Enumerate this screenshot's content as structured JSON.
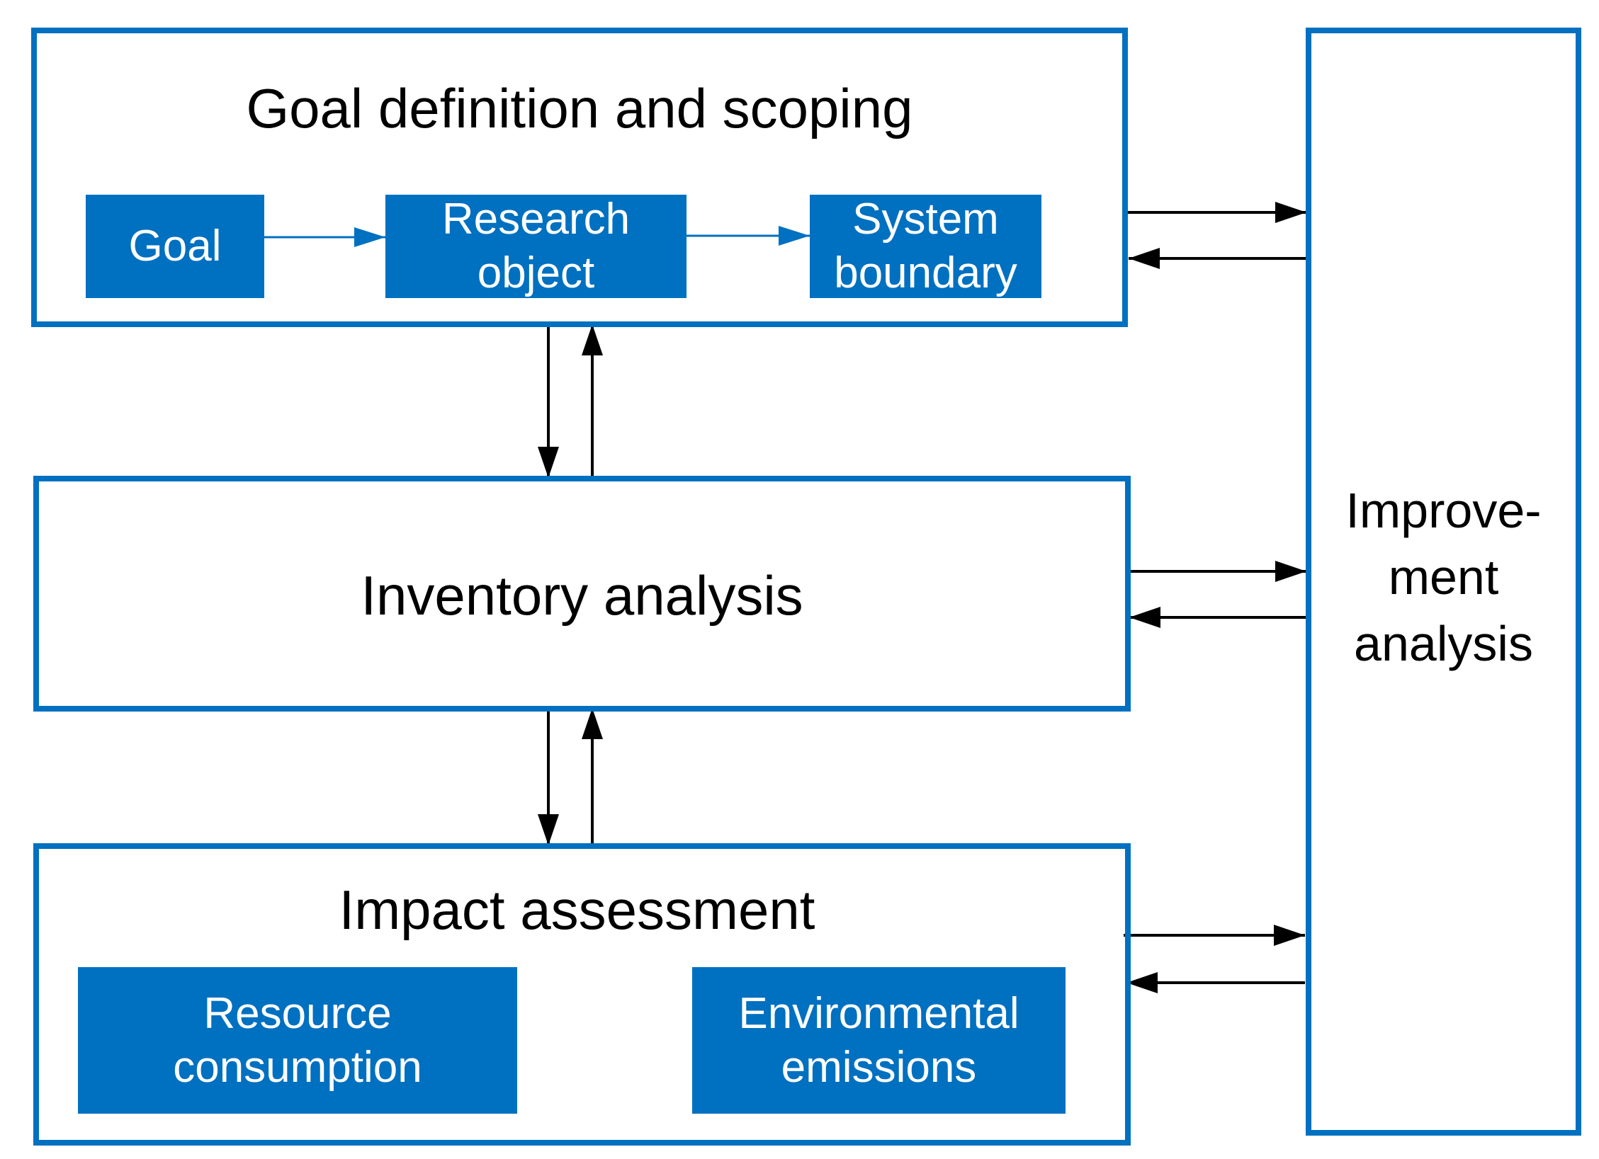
{
  "diagram": {
    "goal_stage": {
      "title": "Goal definition and scoping",
      "steps": [
        "Goal",
        "Research\nobject",
        "System\nboundary"
      ]
    },
    "inventory_stage": {
      "title": "Inventory analysis"
    },
    "impact_stage": {
      "title": "Impact assessment",
      "categories": [
        "Resource\nconsumption",
        "Environmental\nemissions"
      ]
    },
    "improvement_stage": {
      "title": "Improve-\nment\nanalysis"
    }
  },
  "colors": {
    "frame_border": "#0070c0",
    "box_fill": "#0070c0",
    "box_text": "#ffffff",
    "arrow_black": "#000000",
    "arrow_blue": "#0070c0"
  }
}
